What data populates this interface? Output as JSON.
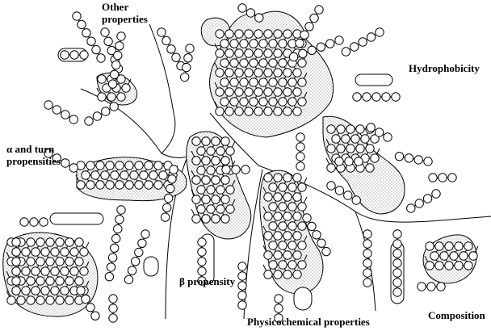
{
  "labels": {
    "other": "Other properties",
    "hydrophobicity": "Hydrophobicity",
    "alpha_turn": "α and turn propensities",
    "beta": "β propensity",
    "physicochemical": "Physicochemical properties",
    "composition": "Composition"
  }
}
